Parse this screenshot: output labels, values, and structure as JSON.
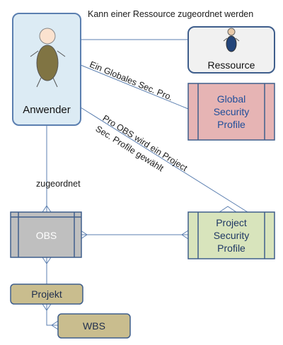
{
  "labels": {
    "top_caption": "Kann einer Ressource zugeordnet werden",
    "global_line": "Ein Globales Sec. Pro.",
    "project_line_1": "Pro OBS wird ein Project",
    "project_line_2": "Sec. Profile gewählt",
    "zugeordnet": "zugeordnet"
  },
  "nodes": {
    "anwender": "Anwender",
    "ressource": "Ressource",
    "global_profile": [
      "Global",
      "Security",
      "Profile"
    ],
    "obs": "OBS",
    "project_profile": [
      "Project",
      "Security",
      "Profile"
    ],
    "projekt": "Projekt",
    "wbs": "WBS"
  },
  "colors": {
    "line": "#5b7fb0",
    "anwender_fill": "#dcebf4",
    "ressource_fill": "#f1f1f1",
    "global_fill": "#e6b4b4",
    "global_text": "#1f4e9a",
    "obs_fill": "#bfbfbf",
    "project_fill": "#d8e4bc",
    "project_text": "#1f3864",
    "projekt_fill": "#c9bd8e"
  }
}
